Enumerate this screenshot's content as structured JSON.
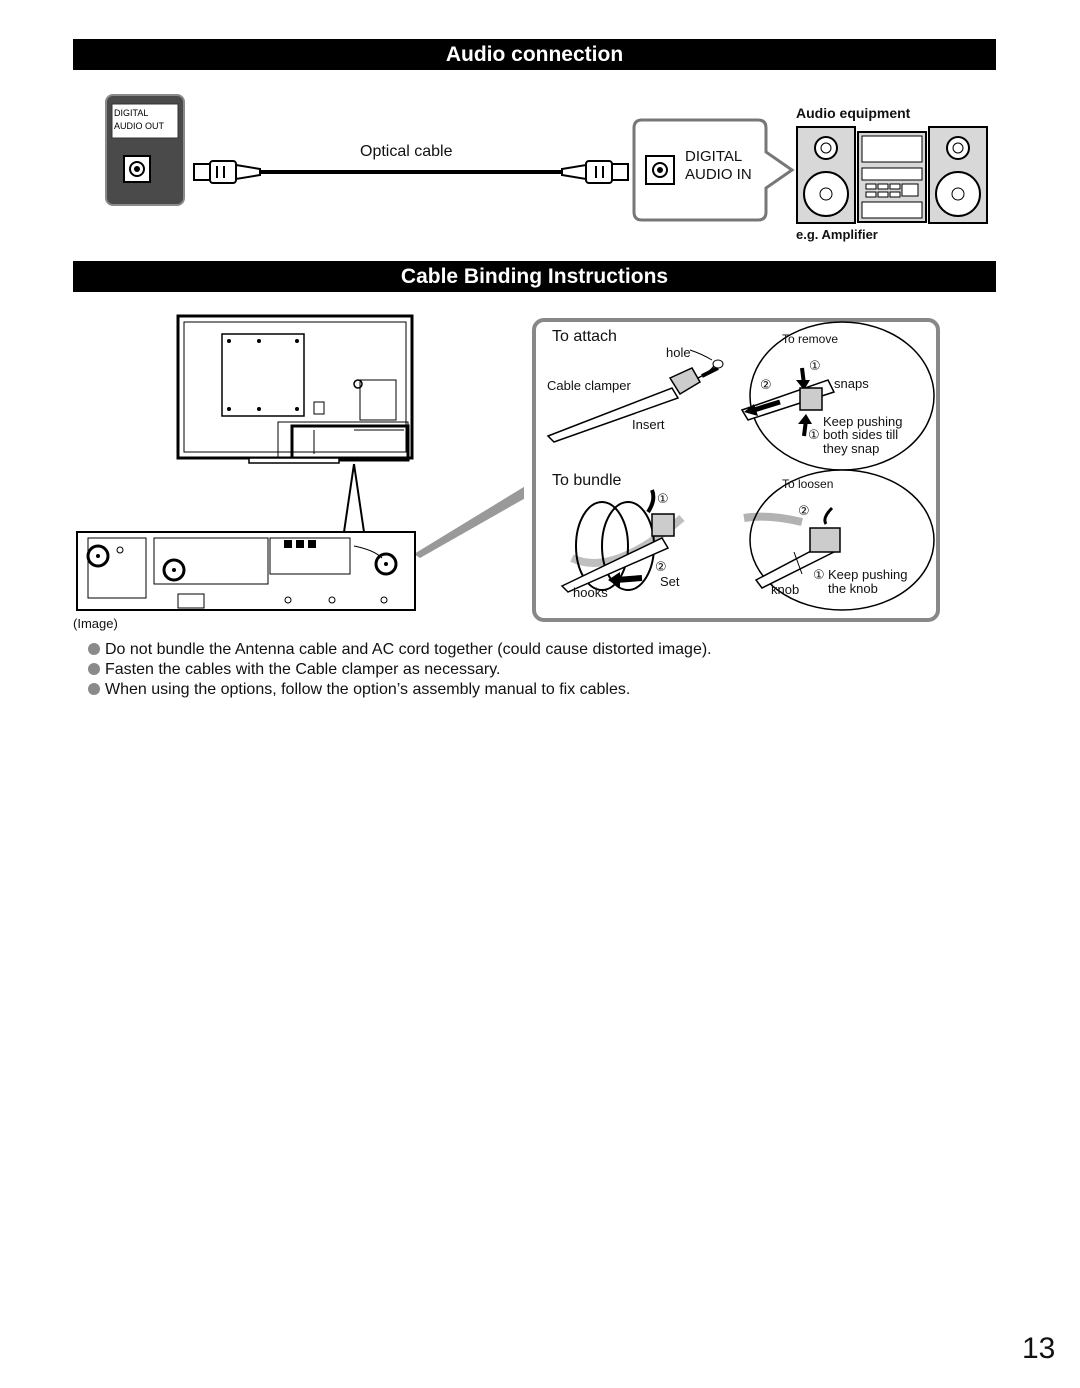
{
  "sections": {
    "audio_title": "Audio connection",
    "binding_title": "Cable Binding Instructions"
  },
  "audio": {
    "tv_port_label_line1": "DIGITAL",
    "tv_port_label_line2": "AUDIO OUT",
    "cable_label": "Optical cable",
    "input_label_line1": "DIGITAL",
    "input_label_line2": "AUDIO IN",
    "equipment_label": "Audio equipment",
    "example_label": "e.g. Amplifier"
  },
  "binding": {
    "image_caption": "(Image)",
    "attach": {
      "title": "To attach",
      "hole": "hole",
      "clamper": "Cable clamper",
      "insert": "Insert"
    },
    "remove": {
      "title": "To remove",
      "step1": "①",
      "step2": "②",
      "snaps": "snaps",
      "keep1": "Keep pushing",
      "keep2": "both sides till",
      "keep3": "they snap",
      "step1b": "①"
    },
    "bundle": {
      "title": "To bundle",
      "step1": "①",
      "step2": "②",
      "set": "Set",
      "hooks": "hooks"
    },
    "loosen": {
      "title": "To loosen",
      "step2": "②",
      "step1": "①",
      "keep1": "Keep pushing",
      "keep2": "the knob",
      "knob": "knob"
    }
  },
  "notes": [
    "Do not bundle the Antenna cable and AC cord together (could cause distorted image).",
    "Fasten the cables with the Cable clamper as necessary.",
    "When using the options, follow the option’s assembly manual to fix cables."
  ],
  "page_number": "13"
}
